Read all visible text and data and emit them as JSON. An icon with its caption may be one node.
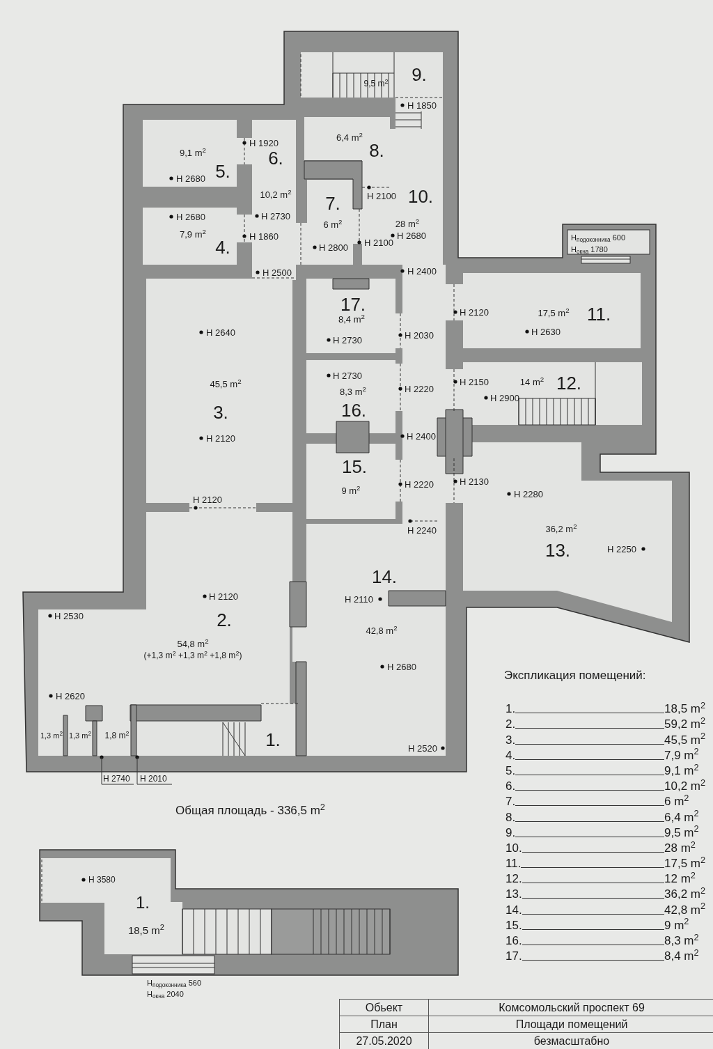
{
  "diagram": {
    "nodes": [
      {
        "text": [
          "9.",
          "9,5 m$^{2}$"
        ]
      },
      {
        "text": [
          "9,1 m$^{2}$",
          "5."
        ]
      },
      {
        "text": [
          "6.",
          "10,2 m$^{2}$"
        ]
      },
      {
        "text": [
          "6,4 m$^{2}$",
          "8."
        ]
      },
      {
        "text": [
          "7.",
          "6 m$^{2}$"
        ]
      },
      {
        "text": [
          "10.",
          "28 m$^{2}$"
        ]
      },
      {
        "text": [
          "7,9 m$^{2}$",
          "4."
        ]
      },
      {
        "text": [
          "17.",
          "8,4 m$^{2}$"
        ]
      },
      {
        "text": [
          "17,5 m$^{2}$",
          "11."
        ]
      },
      {
        "text": [
          "45,5 m$^{2}$",
          "3."
        ]
      },
      {
        "text": [
          "8,3 m$^{2}$",
          "16."
        ]
      },
      {
        "text": [
          "14 m$^{2}$",
          "12."
        ]
      },
      {
        "text": [
          "15.",
          "9 m$^{2}$"
        ]
      },
      {
        "text": [
          "36,2 m$^{2}$",
          "13."
        ]
      },
      {
        "text": [
          "14.",
          "42,8 m$^{2}$"
        ]
      },
      {
        "text": [
          "2.",
          "54,8 m$^{2}$",
          "(+1,3 m$^{2}$ +1,3 m$^{2}$ +1,8 m$^{2}$)"
        ]
      },
      {
        "text": [
          "1,3 m$^{2}$"
        ]
      },
      {
        "text": [
          "1,3 m$^{2}$"
        ]
      },
      {
        "text": [
          "1,8 m$^{2}$"
        ]
      },
      {
        "text": [
          "1."
        ]
      },
      {
        "text": [
          "H 2740"
        ]
      },
      {
        "text": [
          "H 2010"
        ]
      },
      {
        "text": [
          "1.",
          "18,5 m$^{2}$"
        ],
        "beside": [
          "H 3580"
        ]
      }
    ],
    "edges": [
      {
        "from": 20,
        "to": null,
        "arrow": "none"
      },
      {
        "from": 21,
        "to": null,
        "arrow": "none"
      }
    ],
    "labels": [
      "H 1850",
      "H 1920",
      "H 2680",
      "H 2100",
      "H 2680",
      "H 2730",
      "H 1860",
      "H 2680",
      "H$_{подоконника}$ 600",
      "H 2800",
      "H 2100",
      "H$_{окна}$ 1780",
      "H 2500",
      "H 2400",
      "H 2120",
      "H 2640",
      "H 2730",
      "H 2030",
      "H 2630",
      "H 2730",
      "H 2220",
      "H 2150",
      "H 2900",
      "H 2120",
      "H 2400",
      "H 2220",
      "H 2130",
      "H 2280",
      "H 2120",
      "H 2240",
      "H 2250",
      "H 2120",
      "H 2110",
      "H 2530",
      "H 2680",
      "H 2620",
      "H 2520",
      "Общая площадь - 336,5 m$^{2}$",
      "H$_{подоконника}$ 560",
      "H$_{окна}$ 2040",
      "Экспликация помещений:",
      "1.",
      "18,5 m$^{2}$",
      "2.",
      "59,2 m$^{2}$",
      "3.",
      "45,5 m$^{2}$",
      "4.",
      "7,9 m$^{2}$",
      "5.",
      "9,1 m$^{2}$",
      "6.",
      "10,2 m$^{2}$",
      "7.",
      "6 m$^{2}$",
      "8.",
      "6,4 m$^{2}$",
      "9.",
      "9,5 m$^{2}$",
      "10.",
      "28 m$^{2}$",
      "11.",
      "17,5 m$^{2}$",
      "12.",
      "12 m$^{2}$",
      "13.",
      "36,2 m$^{2}$",
      "14.",
      "42,8 m$^{2}$",
      "15.",
      "9 m$^{2}$",
      "16.",
      "8,3 m$^{2}$",
      "17.",
      "8,4 m$^{2}$",
      "Обьект",
      "Комсомольский проспект 69",
      "План",
      "Площади помещений",
      "27.05.2020",
      "безмасштабно"
    ]
  }
}
